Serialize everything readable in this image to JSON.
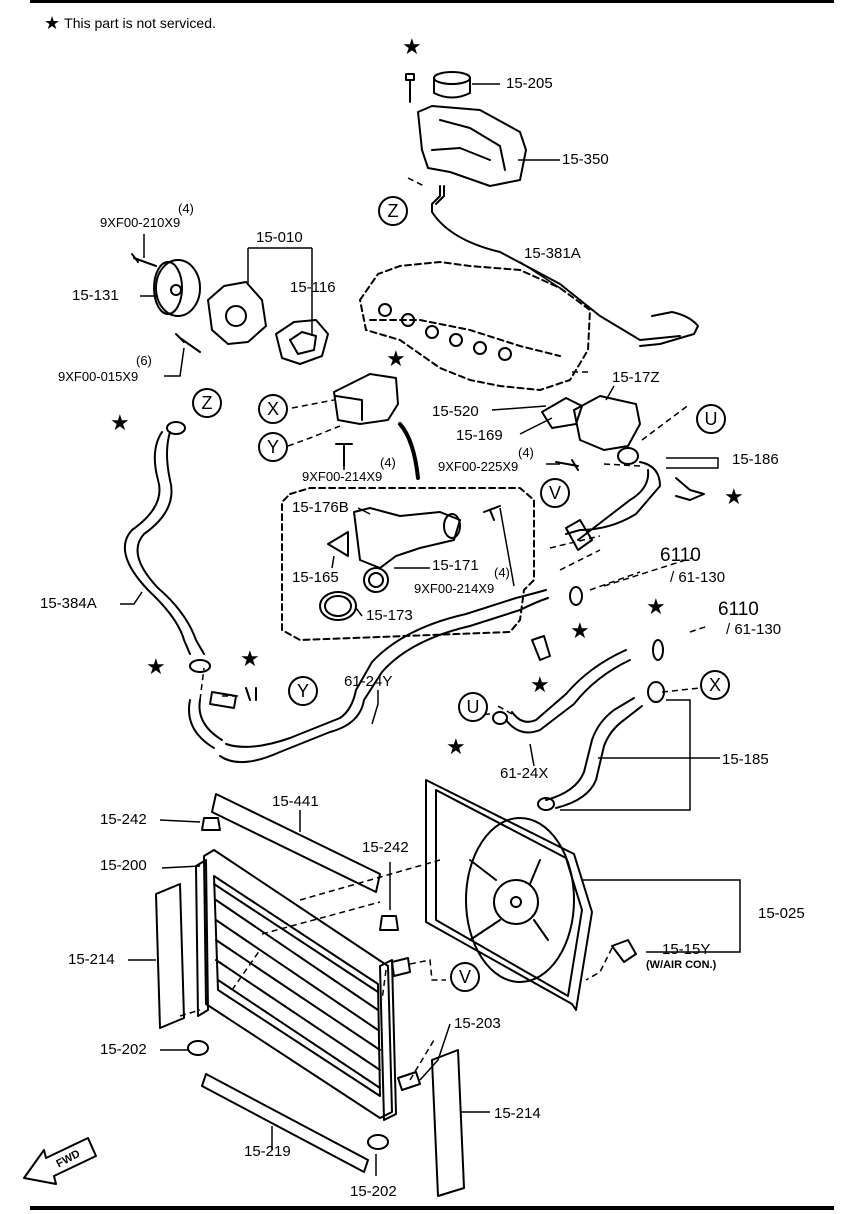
{
  "legend": {
    "symbol": "★",
    "text": "This part is not serviced."
  },
  "callouts": {
    "Z": "Z",
    "X": "X",
    "Y": "Y",
    "U": "U",
    "V": "V"
  },
  "star": "★",
  "parts": {
    "p15_205": "15-205",
    "p15_350": "15-350",
    "p15_381A": "15-381A",
    "p15_010": "15-010",
    "p15_116": "15-116",
    "p15_131": "15-131",
    "bolt_210": "9XF00-210X9",
    "bolt_210_qty": "(4)",
    "bolt_015": "9XF00-015X9",
    "bolt_015_qty": "(6)",
    "p15_17Z": "15-17Z",
    "p15_520": "15-520",
    "p15_169": "15-169",
    "bolt_225": "9XF00-225X9",
    "bolt_225_qty": "(4)",
    "p15_186": "15-186",
    "bolt_214a": "9XF00-214X9",
    "bolt_214a_qty": "(4)",
    "p15_176B": "15-176B",
    "p15_165": "15-165",
    "p15_171": "15-171",
    "bolt_214b": "9XF00-214X9",
    "bolt_214b_qty": "(4)",
    "p15_173": "15-173",
    "p15_384A": "15-384A",
    "ref6110a": "6110",
    "ref61_130a": "/ 61-130",
    "ref6110b": "6110",
    "ref61_130b": "/ 61-130",
    "p61_24Y": "61-24Y",
    "p61_24X": "61-24X",
    "p15_185": "15-185",
    "p15_242a": "15-242",
    "p15_441": "15-441",
    "p15_242b": "15-242",
    "p15_200": "15-200",
    "p15_214a": "15-214",
    "p15_025": "15-025",
    "p15_15Y": "15-15Y",
    "aircon_note": "(W/AIR CON.)",
    "p15_202a": "15-202",
    "p15_203": "15-203",
    "p15_214b": "15-214",
    "p15_219": "15-219",
    "p15_202b": "15-202",
    "fwd": "FWD"
  }
}
